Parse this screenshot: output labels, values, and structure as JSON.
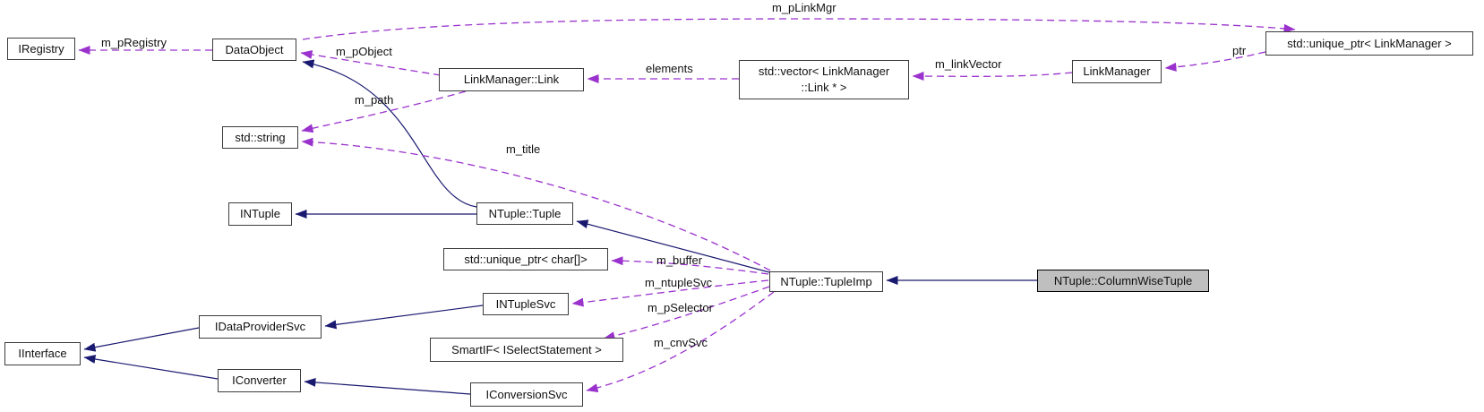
{
  "diagram": {
    "type": "collaboration-graph",
    "background": "#ffffff",
    "colors": {
      "inheritance_edge": "#191970",
      "member_edge": "#9a32cd",
      "node_border": "#3c3c3c",
      "node_fill": "#ffffff",
      "highlight_node_fill": "#bfbfbf"
    }
  },
  "nodes": [
    {
      "label": "IRegistry"
    },
    {
      "label": "DataObject"
    },
    {
      "label": "LinkManager::Link"
    },
    {
      "label": "std::vector< LinkManager\n::Link * >"
    },
    {
      "label": "LinkManager"
    },
    {
      "label": "std::unique_ptr< LinkManager >"
    },
    {
      "label": "std::string"
    },
    {
      "label": "INTuple"
    },
    {
      "label": "NTuple::Tuple"
    },
    {
      "label": "std::unique_ptr< char[]>"
    },
    {
      "label": "INTupleSvc"
    },
    {
      "label": "IDataProviderSvc"
    },
    {
      "label": "IInterface"
    },
    {
      "label": "SmartIF< ISelectStatement >"
    },
    {
      "label": "IConverter"
    },
    {
      "label": "IConversionSvc"
    },
    {
      "label": "NTuple::TupleImp"
    },
    {
      "label": "NTuple::ColumnWiseTuple"
    }
  ],
  "edge_labels": [
    {
      "text": "m_pRegistry"
    },
    {
      "text": "m_pObject"
    },
    {
      "text": "m_pLinkMgr"
    },
    {
      "text": "elements"
    },
    {
      "text": "m_linkVector"
    },
    {
      "text": "ptr"
    },
    {
      "text": "m_path"
    },
    {
      "text": "m_title"
    },
    {
      "text": "m_buffer"
    },
    {
      "text": "m_ntupleSvc"
    },
    {
      "text": "m_pSelector"
    },
    {
      "text": "m_cnvSvc"
    }
  ]
}
